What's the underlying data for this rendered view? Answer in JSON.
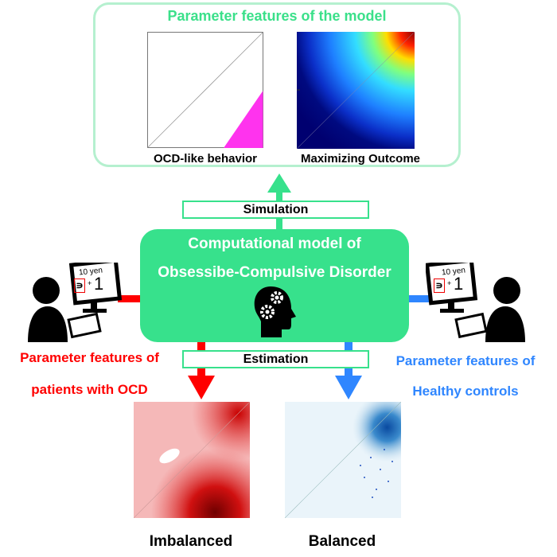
{
  "top": {
    "title": "Parameter features of the model",
    "left_plot_label": "OCD-like behavior",
    "right_plot_label": "Maximizing Outcome"
  },
  "simulation_label": "Simulation",
  "estimation_label": "Estimation",
  "model": {
    "line1": "Computational model of",
    "line2": "Obsessibe-Compulsive Disorder",
    "icon": "head-gears-icon"
  },
  "screen_text": {
    "amount": "10 yen",
    "plus": "+",
    "one": "1"
  },
  "left_side": {
    "line1": "Parameter features of",
    "line2": "patients with OCD"
  },
  "right_side": {
    "line1": "Parameter features of",
    "line2": "Healthy controls"
  },
  "bottom": {
    "left_label": "Imbalanced",
    "right_label": "Balanced"
  },
  "colors": {
    "green": "#37e18c",
    "red": "#ff0000",
    "blue": "#2f86ff",
    "magenta": "#ff33ee"
  }
}
